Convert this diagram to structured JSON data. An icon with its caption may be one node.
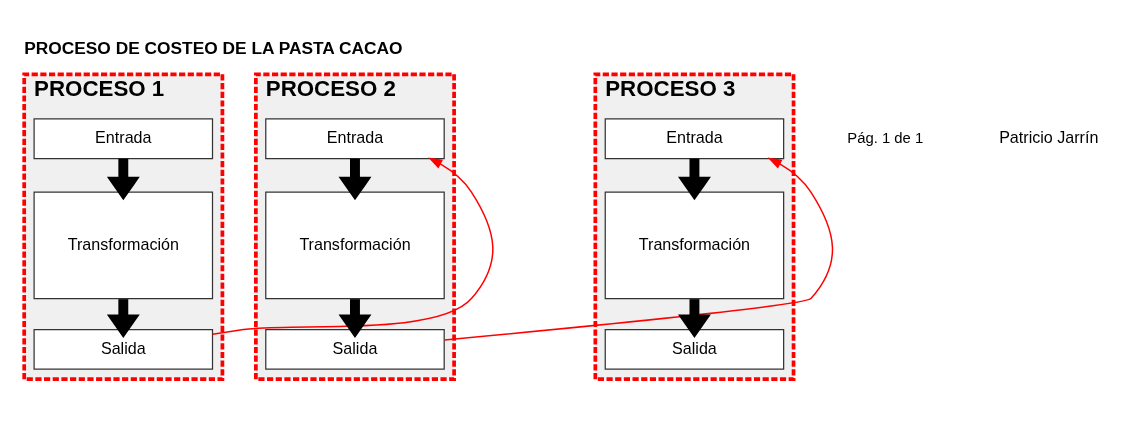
{
  "diagram": {
    "title": "PROCESO DE COSTEO DE LA PASTA CACAO",
    "nodes": [
      {
        "text": [
          "PROCESO 1"
        ]
      },
      {
        "text": [
          "Entrada"
        ],
        "in": 0
      },
      {
        "text": [
          "Transformación"
        ],
        "in": 0
      },
      {
        "text": [
          "Salida"
        ],
        "in": 0
      },
      {
        "text": [
          "PROCESO 2"
        ]
      },
      {
        "text": [
          "Entrada"
        ],
        "in": 4
      },
      {
        "text": [
          "Transformación"
        ],
        "in": 4
      },
      {
        "text": [
          "Salida"
        ],
        "in": 4
      },
      {
        "text": [
          "PROCESO 3"
        ]
      },
      {
        "text": [
          "Entrada"
        ],
        "in": 8
      },
      {
        "text": [
          "Transformación"
        ],
        "in": 8
      },
      {
        "text": [
          "Salida"
        ],
        "in": 8
      }
    ],
    "edges": [
      {
        "from": 1,
        "to": 2,
        "arrow": "to"
      },
      {
        "from": 2,
        "to": 3,
        "arrow": "to"
      },
      {
        "from": 3,
        "to": 5,
        "arrow": "to",
        "color": "#ff0000"
      },
      {
        "from": 5,
        "to": 6,
        "arrow": "to"
      },
      {
        "from": 6,
        "to": 7,
        "arrow": "to"
      },
      {
        "from": 7,
        "to": 9,
        "arrow": "to",
        "color": "#ff0000"
      },
      {
        "from": 9,
        "to": 10,
        "arrow": "to"
      },
      {
        "from": 10,
        "to": 11,
        "arrow": "to"
      }
    ],
    "labels": [
      "Pág. 1 de 1",
      "Patricio Jarrín"
    ]
  }
}
